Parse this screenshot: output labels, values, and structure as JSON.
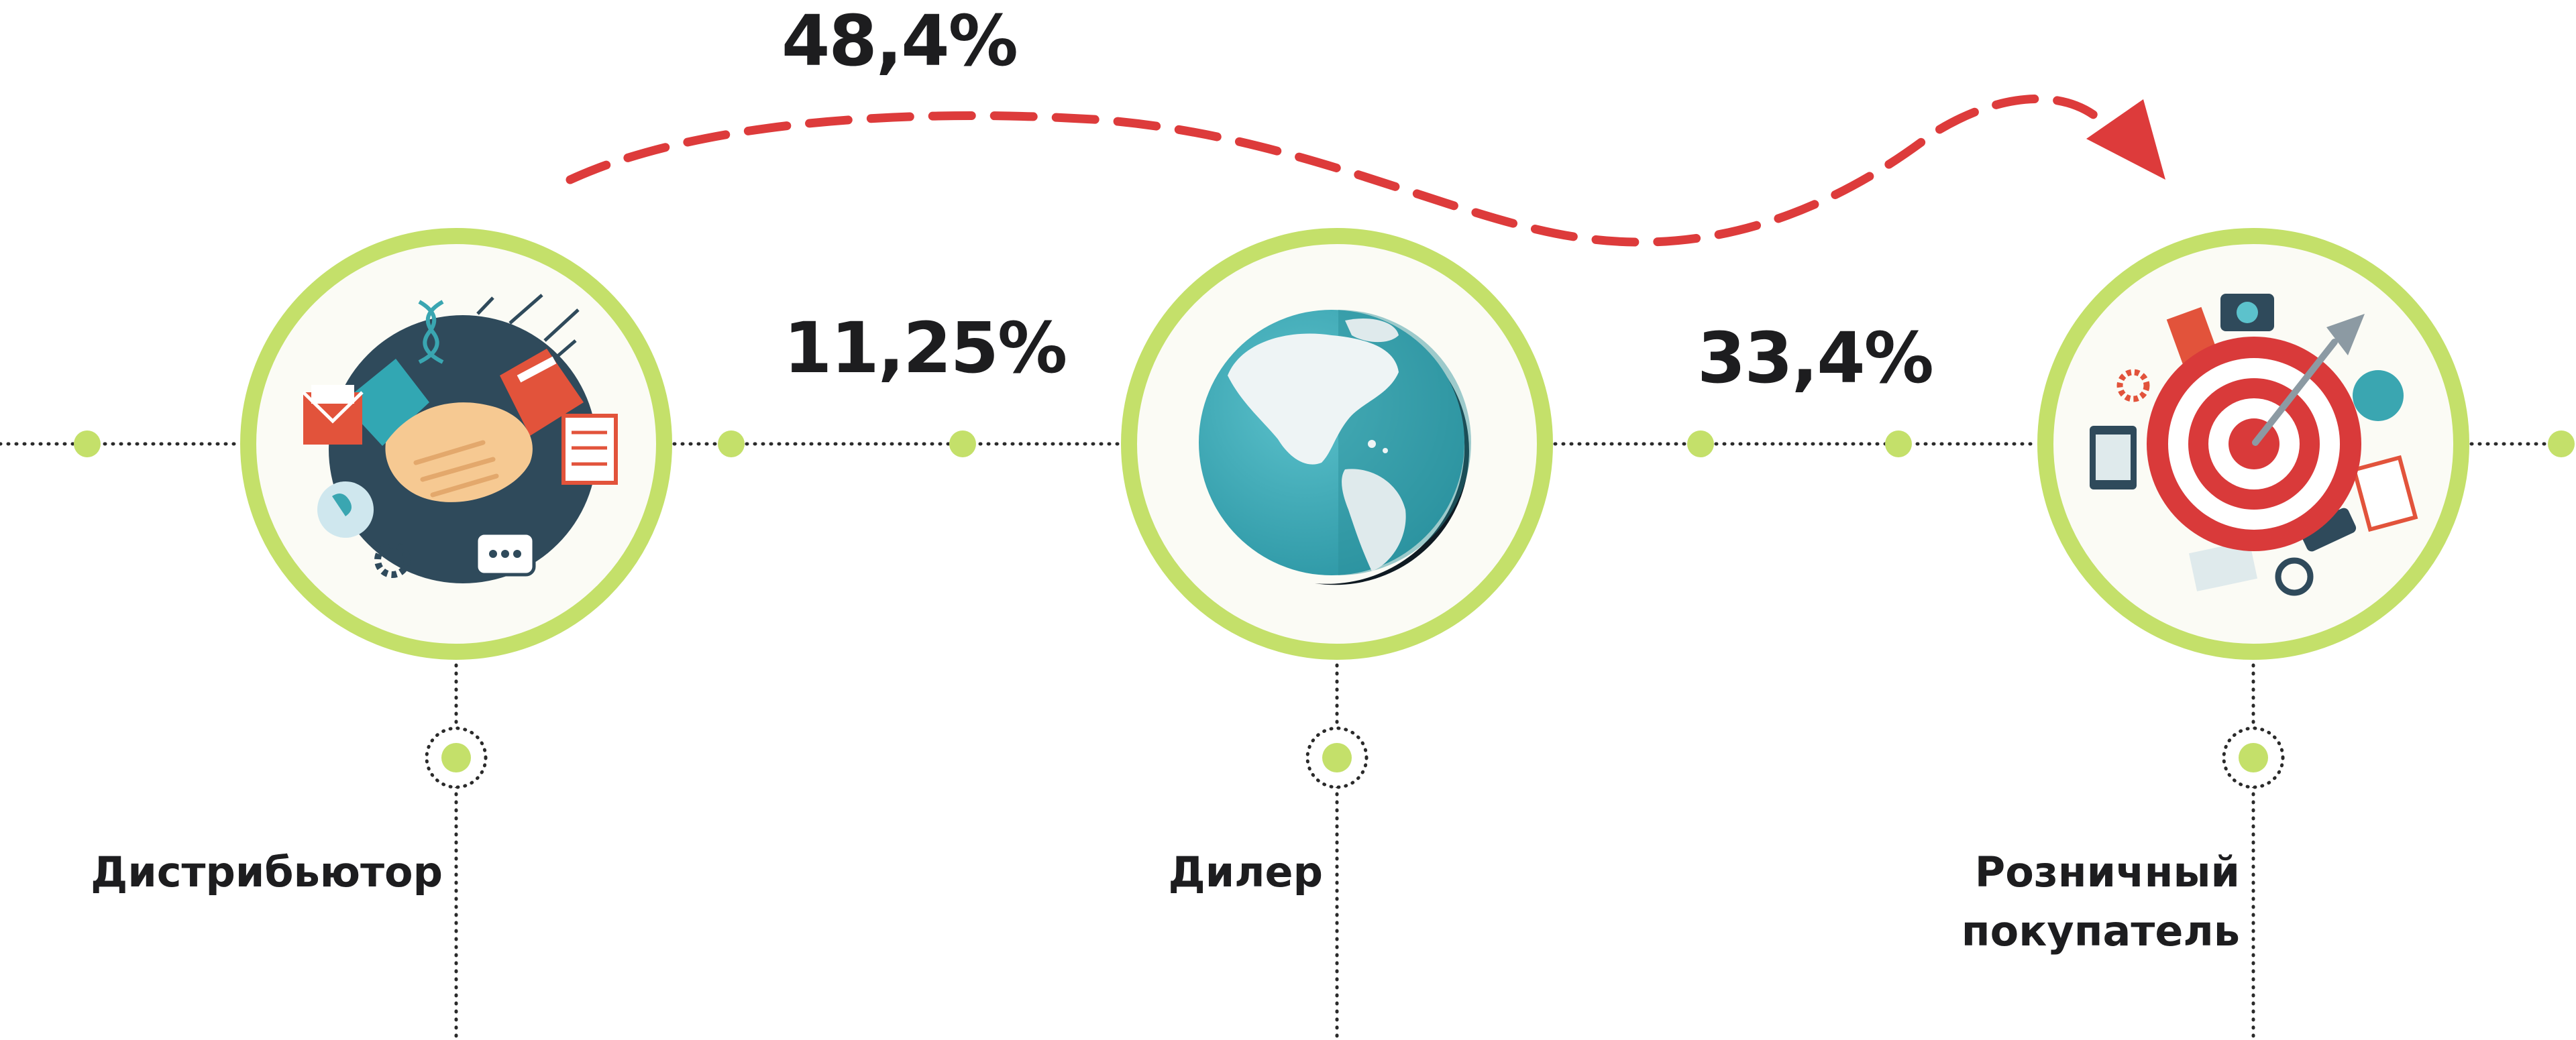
{
  "colors": {
    "ring": "#c4e06a",
    "dot": "#c4e06a",
    "arrow": "#dd3b3b",
    "text": "#1d1d1f",
    "dotted_line": "#2a2a2a"
  },
  "percentages": {
    "distributor_to_retail": "48,4%",
    "distributor_to_dealer": "11,25%",
    "dealer_to_retail": "33,4%"
  },
  "nodes": [
    {
      "label_lines": [
        "Дистрибьютор"
      ],
      "icon": "handshake-icon"
    },
    {
      "label_lines": [
        "Дилер"
      ],
      "icon": "globe-icon"
    },
    {
      "label_lines": [
        "Розничный",
        "покупатель"
      ],
      "icon": "target-icon"
    }
  ]
}
